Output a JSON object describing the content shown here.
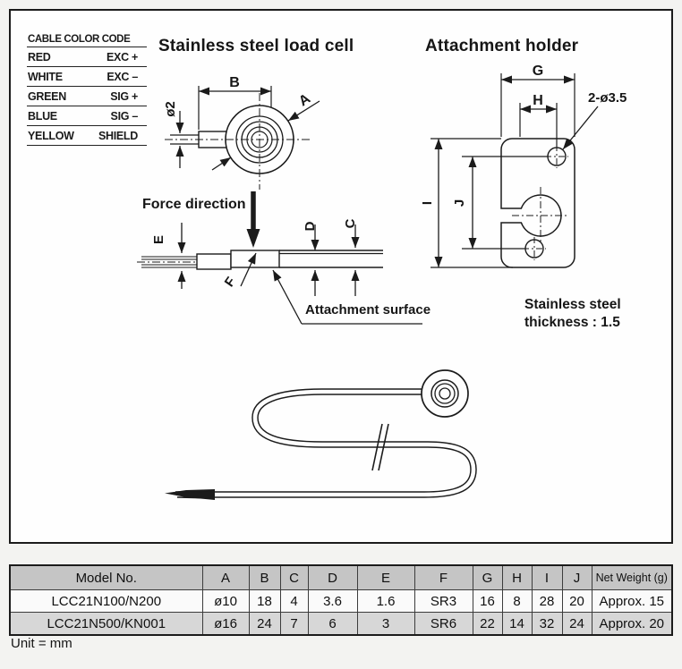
{
  "colors": {
    "page_bg": "#f3f3f1",
    "line": "#1b1b1b",
    "table_header_bg": "#c5c5c5",
    "table_row_bg": "#fafafa",
    "table_row_alt_bg": "#d7d7d7"
  },
  "cable_color_code": {
    "title": "CABLE COLOR CODE",
    "rows": [
      {
        "color": "RED",
        "signal": "EXC +"
      },
      {
        "color": "WHITE",
        "signal": "EXC –"
      },
      {
        "color": "GREEN",
        "signal": "SIG +"
      },
      {
        "color": "BLUE",
        "signal": "SIG –"
      },
      {
        "color": "YELLOW",
        "signal": "SHIELD"
      }
    ]
  },
  "diagrams": {
    "load_cell": {
      "title": "Stainless steel load cell",
      "labels": {
        "B": "B",
        "A": "A",
        "dia": "ø2"
      }
    },
    "side_view": {
      "force_direction": "Force direction",
      "attachment_surface": "Attachment surface",
      "labels": {
        "E": "E",
        "F": "F",
        "D": "D",
        "C": "C"
      }
    },
    "attachment_holder": {
      "title": "Attachment holder",
      "holes_label": "2-ø3.5",
      "labels": {
        "G": "G",
        "H": "H",
        "I": "I",
        "J": "J"
      },
      "note_line1": "Stainless steel",
      "note_line2": "thickness : 1.5"
    }
  },
  "spec_table": {
    "headers": [
      "Model No.",
      "A",
      "B",
      "C",
      "D",
      "E",
      "F",
      "G",
      "H",
      "I",
      "J",
      "Net Weight (g)"
    ],
    "rows": [
      [
        "LCC21N100/N200",
        "ø10",
        "18",
        "4",
        "3.6",
        "1.6",
        "SR3",
        "16",
        "8",
        "28",
        "20",
        "Approx. 15"
      ],
      [
        "LCC21N500/KN001",
        "ø16",
        "24",
        "7",
        "6",
        "3",
        "SR6",
        "22",
        "14",
        "32",
        "24",
        "Approx. 20"
      ]
    ]
  },
  "footer": {
    "unit_note": "Unit = mm"
  }
}
